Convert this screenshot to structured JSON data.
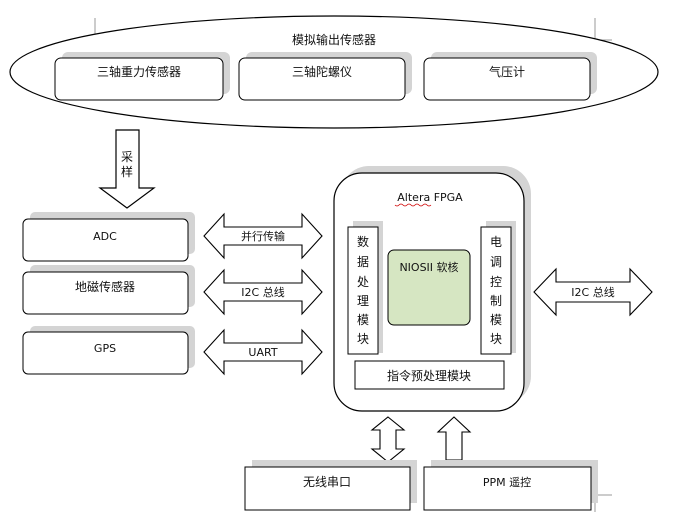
{
  "header_sensors": {
    "title": "模拟输出传感器",
    "items": [
      "三轴重力传感器",
      "三轴陀螺仪",
      "气压计"
    ]
  },
  "sampling": {
    "label_line1": "采",
    "label_line2": "样"
  },
  "left_modules": [
    "ADC",
    "地磁传感器",
    "GPS"
  ],
  "left_links": [
    "并行传输",
    "I2C 总线",
    "UART"
  ],
  "fpga": {
    "title": "Altera FPGA",
    "left_module": [
      "数",
      "据",
      "处",
      "理",
      "模",
      "块"
    ],
    "right_module": [
      "电",
      "调",
      "控",
      "制",
      "模",
      "块"
    ],
    "core": "NIOSII 软核",
    "bottom_module": "指令预处理模块"
  },
  "right_link": "I2C 总线",
  "bottom_modules": [
    "无线串口",
    "PPM 遥控"
  ],
  "colors": {
    "core_fill": "#d6e6c2",
    "shadow": "#d4d4d4",
    "border": "#000000"
  }
}
